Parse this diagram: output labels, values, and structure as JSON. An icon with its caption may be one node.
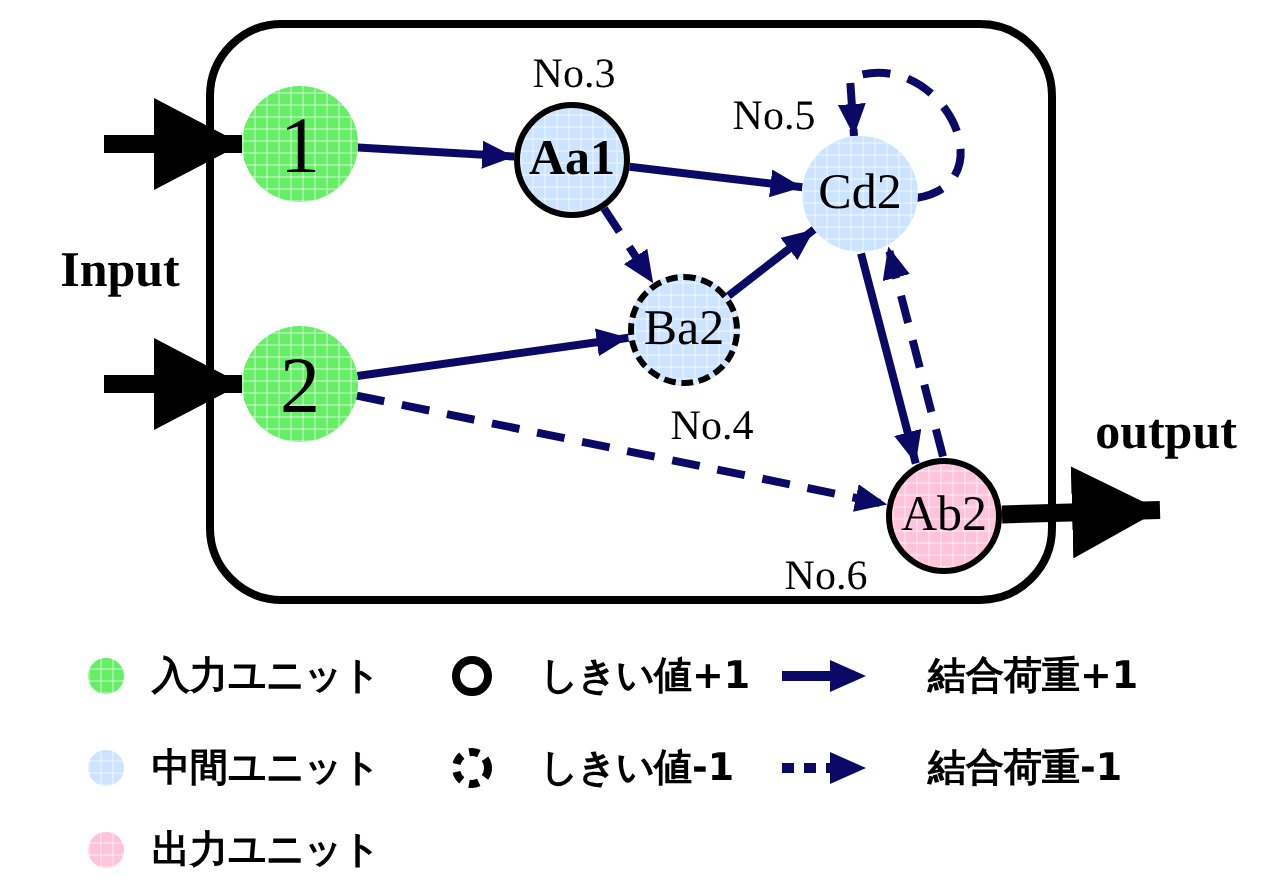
{
  "diagram": {
    "nodes": [
      {
        "text": [],
        "shape": "box"
      },
      {
        "text": [
          "1"
        ],
        "in": 0
      },
      {
        "text": [
          "2"
        ],
        "in": 0
      },
      {
        "text": [
          "Aa1"
        ],
        "in": 0,
        "beside": [
          "No.3"
        ]
      },
      {
        "text": [
          "Ba2"
        ],
        "in": 0,
        "beside": [
          "No.4"
        ]
      },
      {
        "text": [
          "Cd2"
        ],
        "in": 0,
        "beside": [
          "No.5"
        ]
      },
      {
        "text": [
          "Ab2"
        ],
        "in": 0,
        "beside": [
          "No.6"
        ]
      }
    ],
    "edges": [
      {
        "from": null,
        "to": 1,
        "arrow": "to",
        "style": "thick",
        "color": "#000000"
      },
      {
        "from": null,
        "to": 2,
        "arrow": "to",
        "style": "thick",
        "color": "#000000"
      },
      {
        "from": 6,
        "to": null,
        "arrow": "to",
        "style": "thick",
        "color": "#000000"
      },
      {
        "from": 1,
        "to": 3,
        "arrow": "to"
      },
      {
        "from": 3,
        "to": 5,
        "arrow": "to"
      },
      {
        "from": 3,
        "to": 4,
        "arrow": "to",
        "style": "dashed"
      },
      {
        "from": 2,
        "to": 4,
        "arrow": "to"
      },
      {
        "from": 4,
        "to": 5,
        "arrow": "to"
      },
      {
        "from": 2,
        "to": 6,
        "arrow": "to",
        "style": "dashed"
      },
      {
        "from": 5,
        "to": 6,
        "arrow": "to"
      },
      {
        "from": 6,
        "to": 5,
        "arrow": "to",
        "style": "dashed"
      },
      {
        "from": 5,
        "to": 5,
        "arrow": "to",
        "style": "dashed"
      }
    ],
    "labels": [
      "Input",
      "output"
    ],
    "legend": [
      {
        "text": "入力ユニット",
        "color": "#66ee66"
      },
      {
        "text": "しきい値+1"
      },
      {
        "text": "結合荷重+1"
      },
      {
        "text": "中間ユニット",
        "color": "#cce4ff"
      },
      {
        "text": "しきい値-1"
      },
      {
        "text": "結合荷重-1"
      },
      {
        "text": "出力ユニット",
        "color": "#ffc4dc"
      }
    ]
  }
}
